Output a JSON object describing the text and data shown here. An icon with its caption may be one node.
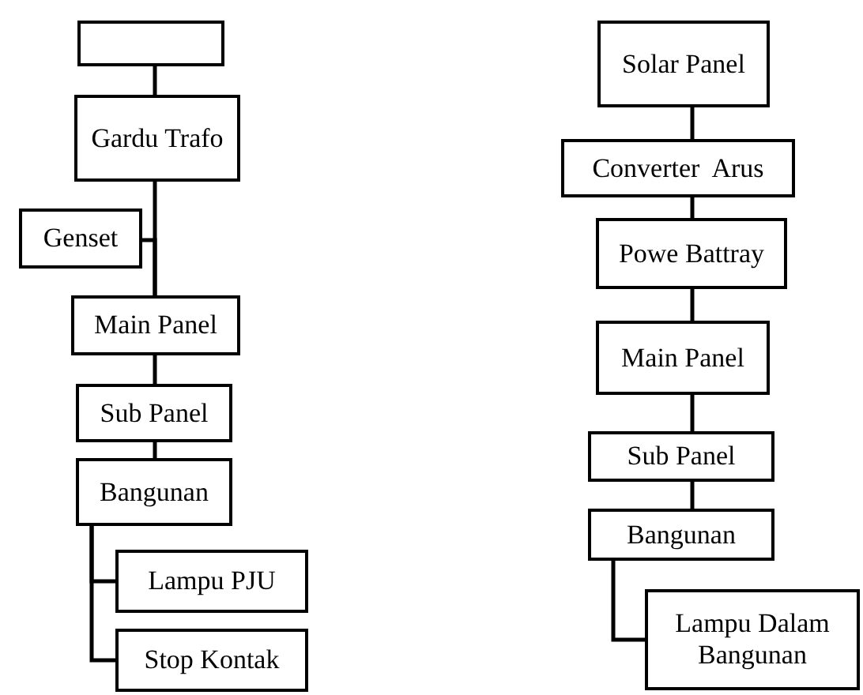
{
  "diagram": {
    "nodes": [
      {
        "text": [],
        "shape": "box"
      },
      {
        "text": [
          "Gardu Trafo"
        ]
      },
      {
        "text": [
          "Genset"
        ]
      },
      {
        "text": [
          "Main Panel"
        ]
      },
      {
        "text": [
          "Sub Panel"
        ]
      },
      {
        "text": [
          "Bangunan"
        ]
      },
      {
        "text": [
          "Lampu PJU"
        ]
      },
      {
        "text": [
          "Stop Kontak"
        ]
      },
      {
        "text": [
          "Solar Panel"
        ]
      },
      {
        "text": [
          "Converter  Arus"
        ]
      },
      {
        "text": [
          "Powe Battray"
        ]
      },
      {
        "text": [
          "Main Panel"
        ]
      },
      {
        "text": [
          "Sub Panel"
        ]
      },
      {
        "text": [
          "Bangunan"
        ]
      },
      {
        "text": [
          "Lampu Dalam Bangunan"
        ]
      }
    ],
    "edges": [
      {
        "from": 0,
        "to": 1,
        "arrow": "none"
      },
      {
        "from": 1,
        "to": 3,
        "arrow": "none"
      },
      {
        "from": 2,
        "to": 3,
        "arrow": "none"
      },
      {
        "from": 3,
        "to": 4,
        "arrow": "none"
      },
      {
        "from": 4,
        "to": 5,
        "arrow": "none"
      },
      {
        "from": 5,
        "to": 6,
        "arrow": "none"
      },
      {
        "from": 5,
        "to": 7,
        "arrow": "none"
      },
      {
        "from": 8,
        "to": 9,
        "arrow": "none"
      },
      {
        "from": 9,
        "to": 10,
        "arrow": "none"
      },
      {
        "from": 10,
        "to": 11,
        "arrow": "none"
      },
      {
        "from": 11,
        "to": 12,
        "arrow": "none"
      },
      {
        "from": 12,
        "to": 13,
        "arrow": "none"
      },
      {
        "from": 13,
        "to": 14,
        "arrow": "none"
      }
    ]
  }
}
